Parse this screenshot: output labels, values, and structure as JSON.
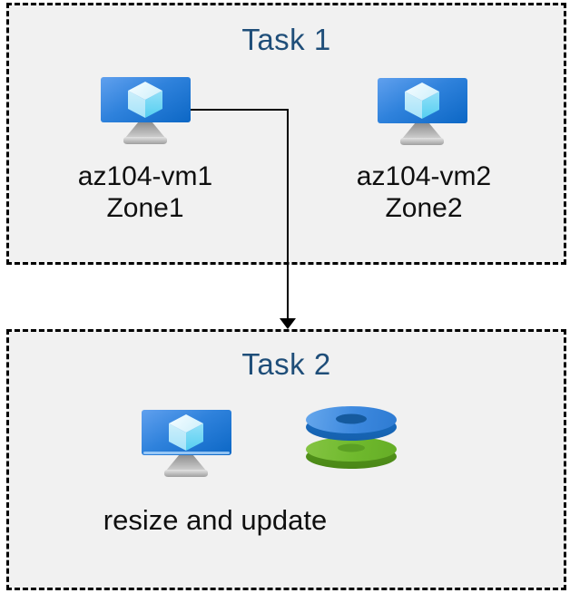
{
  "task1": {
    "title": "Task 1",
    "vms": [
      {
        "name": "az104-vm1",
        "zone": "Zone1"
      },
      {
        "name": "az104-vm2",
        "zone": "Zone2"
      }
    ]
  },
  "connector": {
    "direction": "down",
    "from": "az104-vm1",
    "to": "Task 2"
  },
  "task2": {
    "title": "Task 2",
    "caption": "resize and update"
  },
  "icons": {
    "vm": "virtual-machine-icon",
    "disks": "managed-disks-icon"
  },
  "colors": {
    "box_background": "#f1f1f1",
    "box_border": "#000000",
    "title_text": "#1f4e79",
    "label_text": "#0f0f0f",
    "screen_gradient_start": "#60a0ee",
    "screen_gradient_end": "#0c67c5",
    "cube_face": "#cdeffb",
    "disk_blue": "#3c88de",
    "disk_green": "#6fb92d",
    "arrow": "#000000"
  }
}
